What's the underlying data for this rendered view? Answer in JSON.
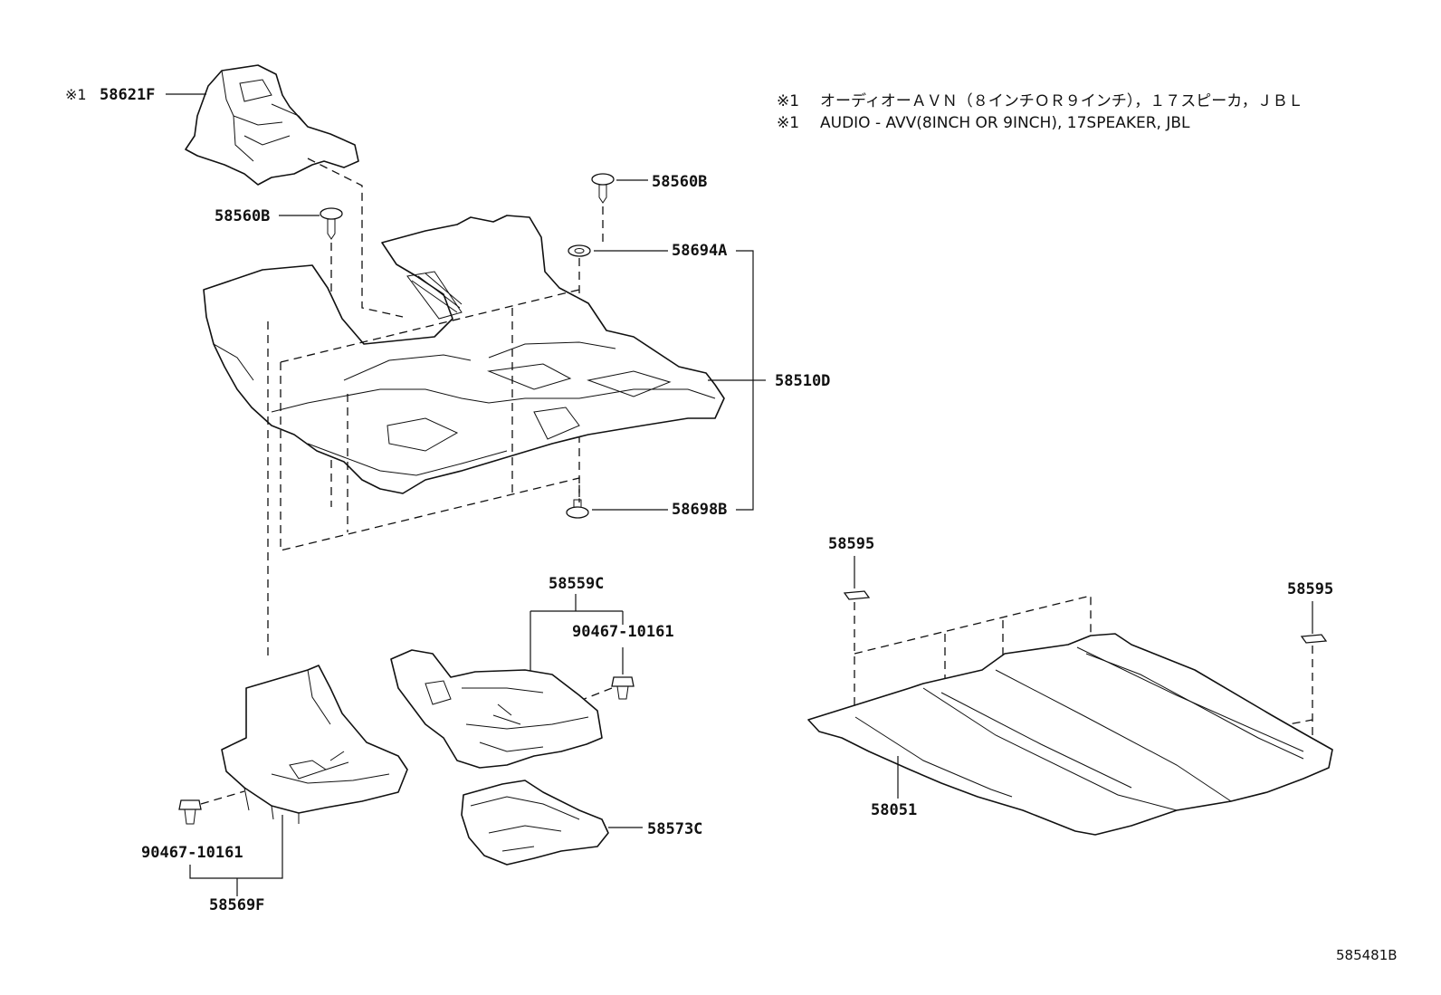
{
  "notes": {
    "mark_symbol": "※1",
    "line_jp": "オーディオーＡＶＮ（８インチＯＲ９インチ），１７スピーカ，ＪＢＬ",
    "line_en": "AUDIO - AVV(8INCH OR 9INCH), 17SPEAKER, JBL"
  },
  "labels": {
    "p58621F_mark": "※1",
    "p58621F": "58621F",
    "p58560B_left": "58560B",
    "p58560B_right": "58560B",
    "p58694A": "58694A",
    "p58510D": "58510D",
    "p58698B": "58698B",
    "p58559C": "58559C",
    "p90467_upper": "90467-10161",
    "p90467_lower": "90467-10161",
    "p58569F": "58569F",
    "p58573C": "58573C",
    "p58595_left": "58595",
    "p58595_right": "58595",
    "p58051": "58051",
    "diagram_code": "585481B"
  }
}
